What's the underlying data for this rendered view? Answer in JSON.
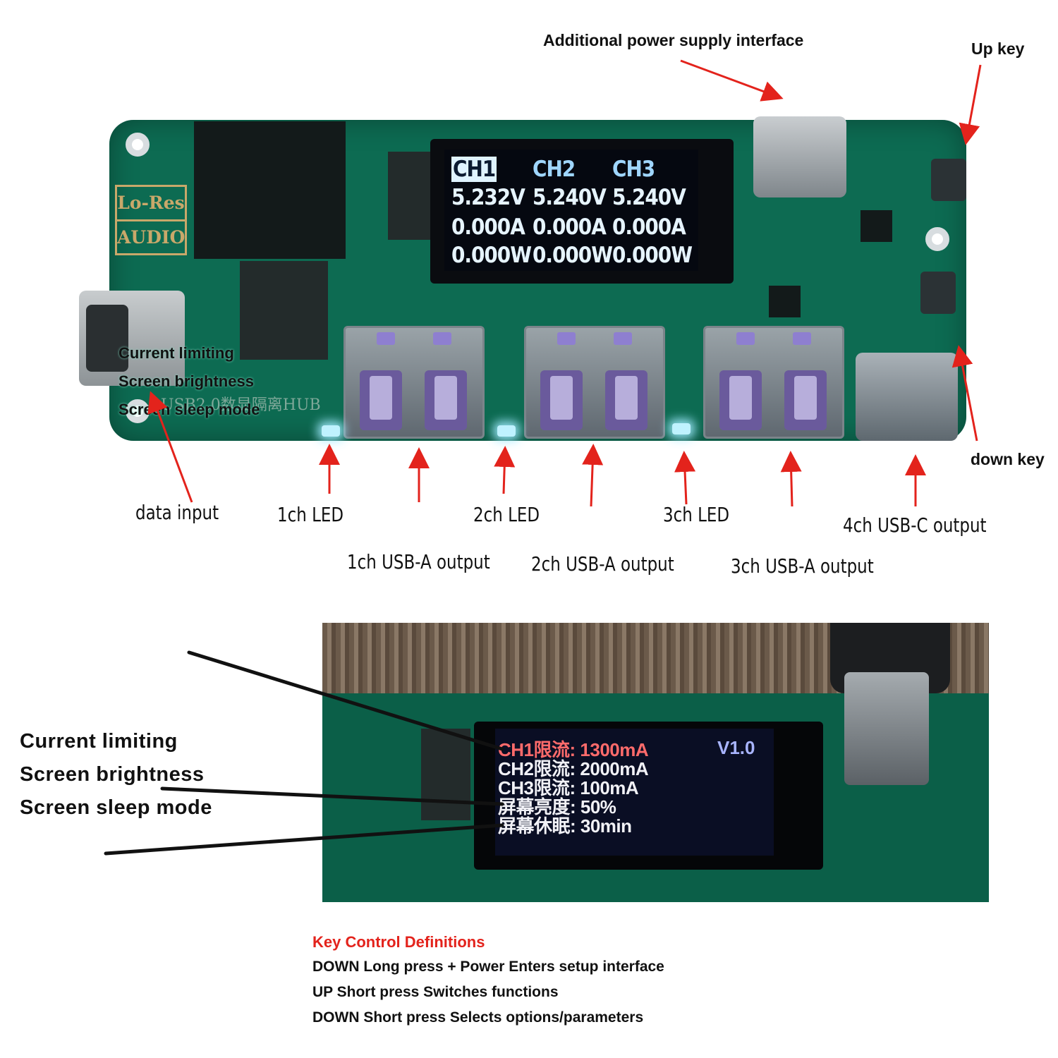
{
  "colors": {
    "pcb": "#0d6b52",
    "arrow": "#e3231c",
    "pointer_line": "#111111",
    "definition_title": "#e3231c"
  },
  "board": {
    "logo_line1": "Lo-Res",
    "logo_line2": "AUDIO",
    "silk_text": "USB2.0数显隔离HUB",
    "display": {
      "headers": [
        "CH1",
        "CH2",
        "CH3"
      ],
      "voltage": [
        "5.232V",
        "5.240V",
        "5.240V"
      ],
      "current": [
        "0.000A",
        "0.000A",
        "0.000A"
      ],
      "power": [
        "0.000W",
        "0.000W",
        "0.000W"
      ]
    },
    "overlay_settings": [
      "Current limiting",
      "Screen brightness",
      "Screen sleep mode"
    ]
  },
  "annotations": {
    "additional_power": "Additional power supply interface",
    "up_key": "Up key",
    "down_key": "down key",
    "data_input": "data input",
    "ch1_led": "1ch LED",
    "ch2_led": "2ch LED",
    "ch3_led": "3ch LED",
    "ch1_usba": "1ch USB-A output",
    "ch2_usba": "2ch USB-A output",
    "ch3_usba": "3ch USB-A output",
    "ch4_usbc": "4ch USB-C output"
  },
  "setup_screen": {
    "version": "V1.0",
    "lines": [
      "CH1限流: 1300mA",
      "CH2限流: 2000mA",
      "CH3限流: 100mA",
      "屏幕亮度: 50%",
      "屏幕休眠: 30min"
    ],
    "labels": [
      "Current limiting",
      "Screen brightness",
      "Screen sleep mode"
    ]
  },
  "key_definitions": {
    "title": "Key Control Definitions",
    "items": [
      "DOWN Long press + Power Enters setup interface",
      "UP Short press Switches functions",
      "DOWN Short press Selects options/parameters"
    ]
  }
}
